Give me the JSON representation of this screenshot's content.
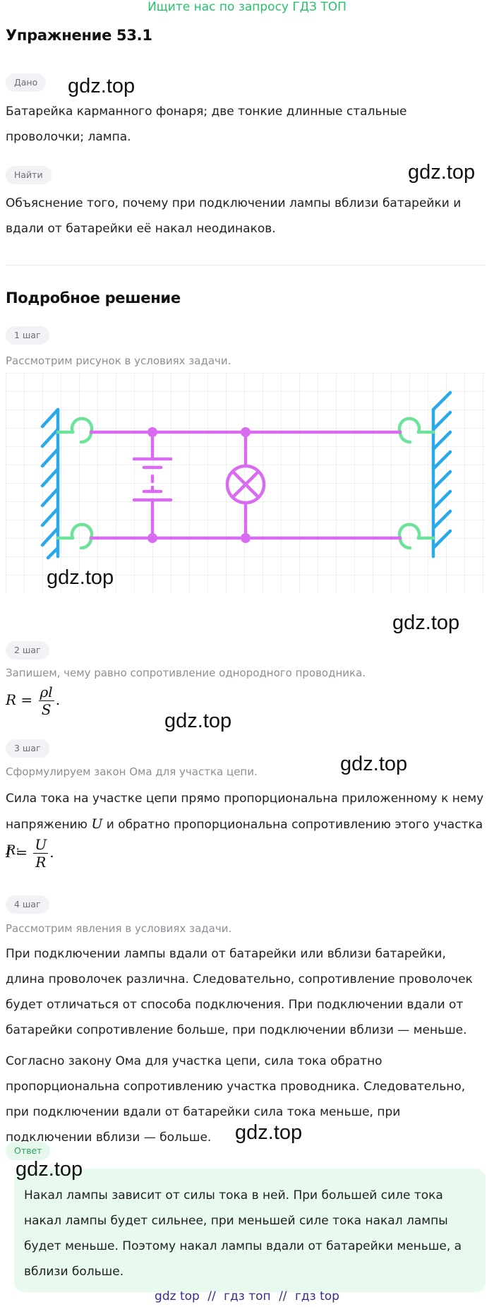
{
  "banner": "Ищите нас по запросу ГДЗ ТОП",
  "title": "Упражнение 53.1",
  "given": {
    "label": "Дано",
    "text": "Батарейка карманного фонаря; две тонкие длинные стальные проволочки; лампа."
  },
  "find": {
    "label": "Найти",
    "text": "Объяснение того, почему при подключении лампы вблизи батарейки и вдали от батарейки её накал неодинаков."
  },
  "solution_title": "Подробное решение",
  "steps": [
    {
      "label": "1 шаг",
      "caption": "Рассмотрим рисунок в условиях задачи."
    },
    {
      "label": "2 шаг",
      "caption": "Запишем, чему равно сопротивление однородного проводника.",
      "formula": {
        "lhs": "R",
        "num": "ρl",
        "den": "S"
      }
    },
    {
      "label": "3 шаг",
      "caption": "Сформулируем закон Ома для участка цепи.",
      "text_a": "Сила тока на участке цепи прямо пропорциональна приложенному к нему напряжению",
      "var_u": "U",
      "text_b": "и обратно пропорциональна сопротивлению этого участка",
      "var_r": "R",
      "formula": {
        "lhs": "I",
        "num": "U",
        "den": "R"
      }
    },
    {
      "label": "4 шаг",
      "caption": "Рассмотрим явления в условиях задачи.",
      "paragraphs": [
        "При подключении лампы вдали от батарейки или вблизи батарейки, длина проволочек различна. Следовательно, сопротивление проволочек будет отличаться от способа подключения. При подключении вдали от батарейки сопротивление больше, при подключении вблизи — меньше.",
        "Согласно закону Ома для участка цепи, сила тока обратно пропорциональна сопротивлению участка проводника. Следовательно, при подключении вдали от батарейки сила тока меньше, при подключении вблизи — больше."
      ]
    }
  ],
  "answer": {
    "label": "Ответ",
    "text": "Накал лампы зависит от силы тока в ней. При большей силе тока накал лампы будет сильнее, при меньшей силе тока накал лампы будет меньше. Поэтому накал лампы вдали от батарейки меньше, а вблизи больше."
  },
  "watermark": "gdz.top",
  "footer": {
    "a": "gdz top",
    "sep": "//",
    "b": "гдз топ",
    "c": "гдз top"
  },
  "colors": {
    "wire": "#d86bef",
    "wall": "#2aa9ea",
    "clip": "#6be39a",
    "banner": "#27c26a"
  }
}
